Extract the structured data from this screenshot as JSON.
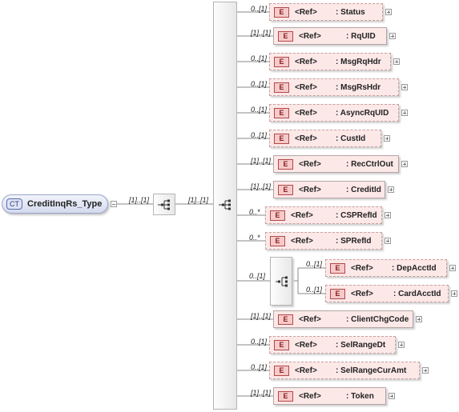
{
  "root": {
    "badge": "CT",
    "label": "CreditInqRs_Type"
  },
  "root_link_card": "[1]..[1]",
  "seq_link_card": "[1]..[1]",
  "element_badge": "E",
  "ref_label": "<Ref>",
  "elements": [
    {
      "card": "0..[1]",
      "name": ": Status",
      "optional": true
    },
    {
      "card": "[1]..[1]",
      "name": ": RqUID",
      "optional": false
    },
    {
      "card": "0..[1]",
      "name": ": MsgRqHdr",
      "optional": true
    },
    {
      "card": "0..[1]",
      "name": ": MsgRsHdr",
      "optional": true
    },
    {
      "card": "0..[1]",
      "name": ": AsyncRqUID",
      "optional": true
    },
    {
      "card": "0..[1]",
      "name": ": CustId",
      "optional": true
    },
    {
      "card": "[1]..[1]",
      "name": ": RecCtrlOut",
      "optional": false
    },
    {
      "card": "[1]..[1]",
      "name": ": CreditId",
      "optional": false
    },
    {
      "card": "0..*",
      "name": ": CSPRefId",
      "optional": true
    },
    {
      "card": "0..*",
      "name": ": SPRefId",
      "optional": true
    }
  ],
  "choice": {
    "card": "0..[1]",
    "items": [
      {
        "card": "0..[1]",
        "name": ": DepAcctId",
        "optional": true
      },
      {
        "card": "0..[1]",
        "name": ": CardAcctId",
        "optional": true
      }
    ]
  },
  "elements_after": [
    {
      "card": "[1]..[1]",
      "name": ": ClientChgCode",
      "optional": false
    },
    {
      "card": "0..[1]",
      "name": ": SelRangeDt",
      "optional": true
    },
    {
      "card": "0..[1]",
      "name": ": SelRangeCurAmt",
      "optional": true
    },
    {
      "card": "[1]..[1]",
      "name": ": Token",
      "optional": false
    }
  ]
}
